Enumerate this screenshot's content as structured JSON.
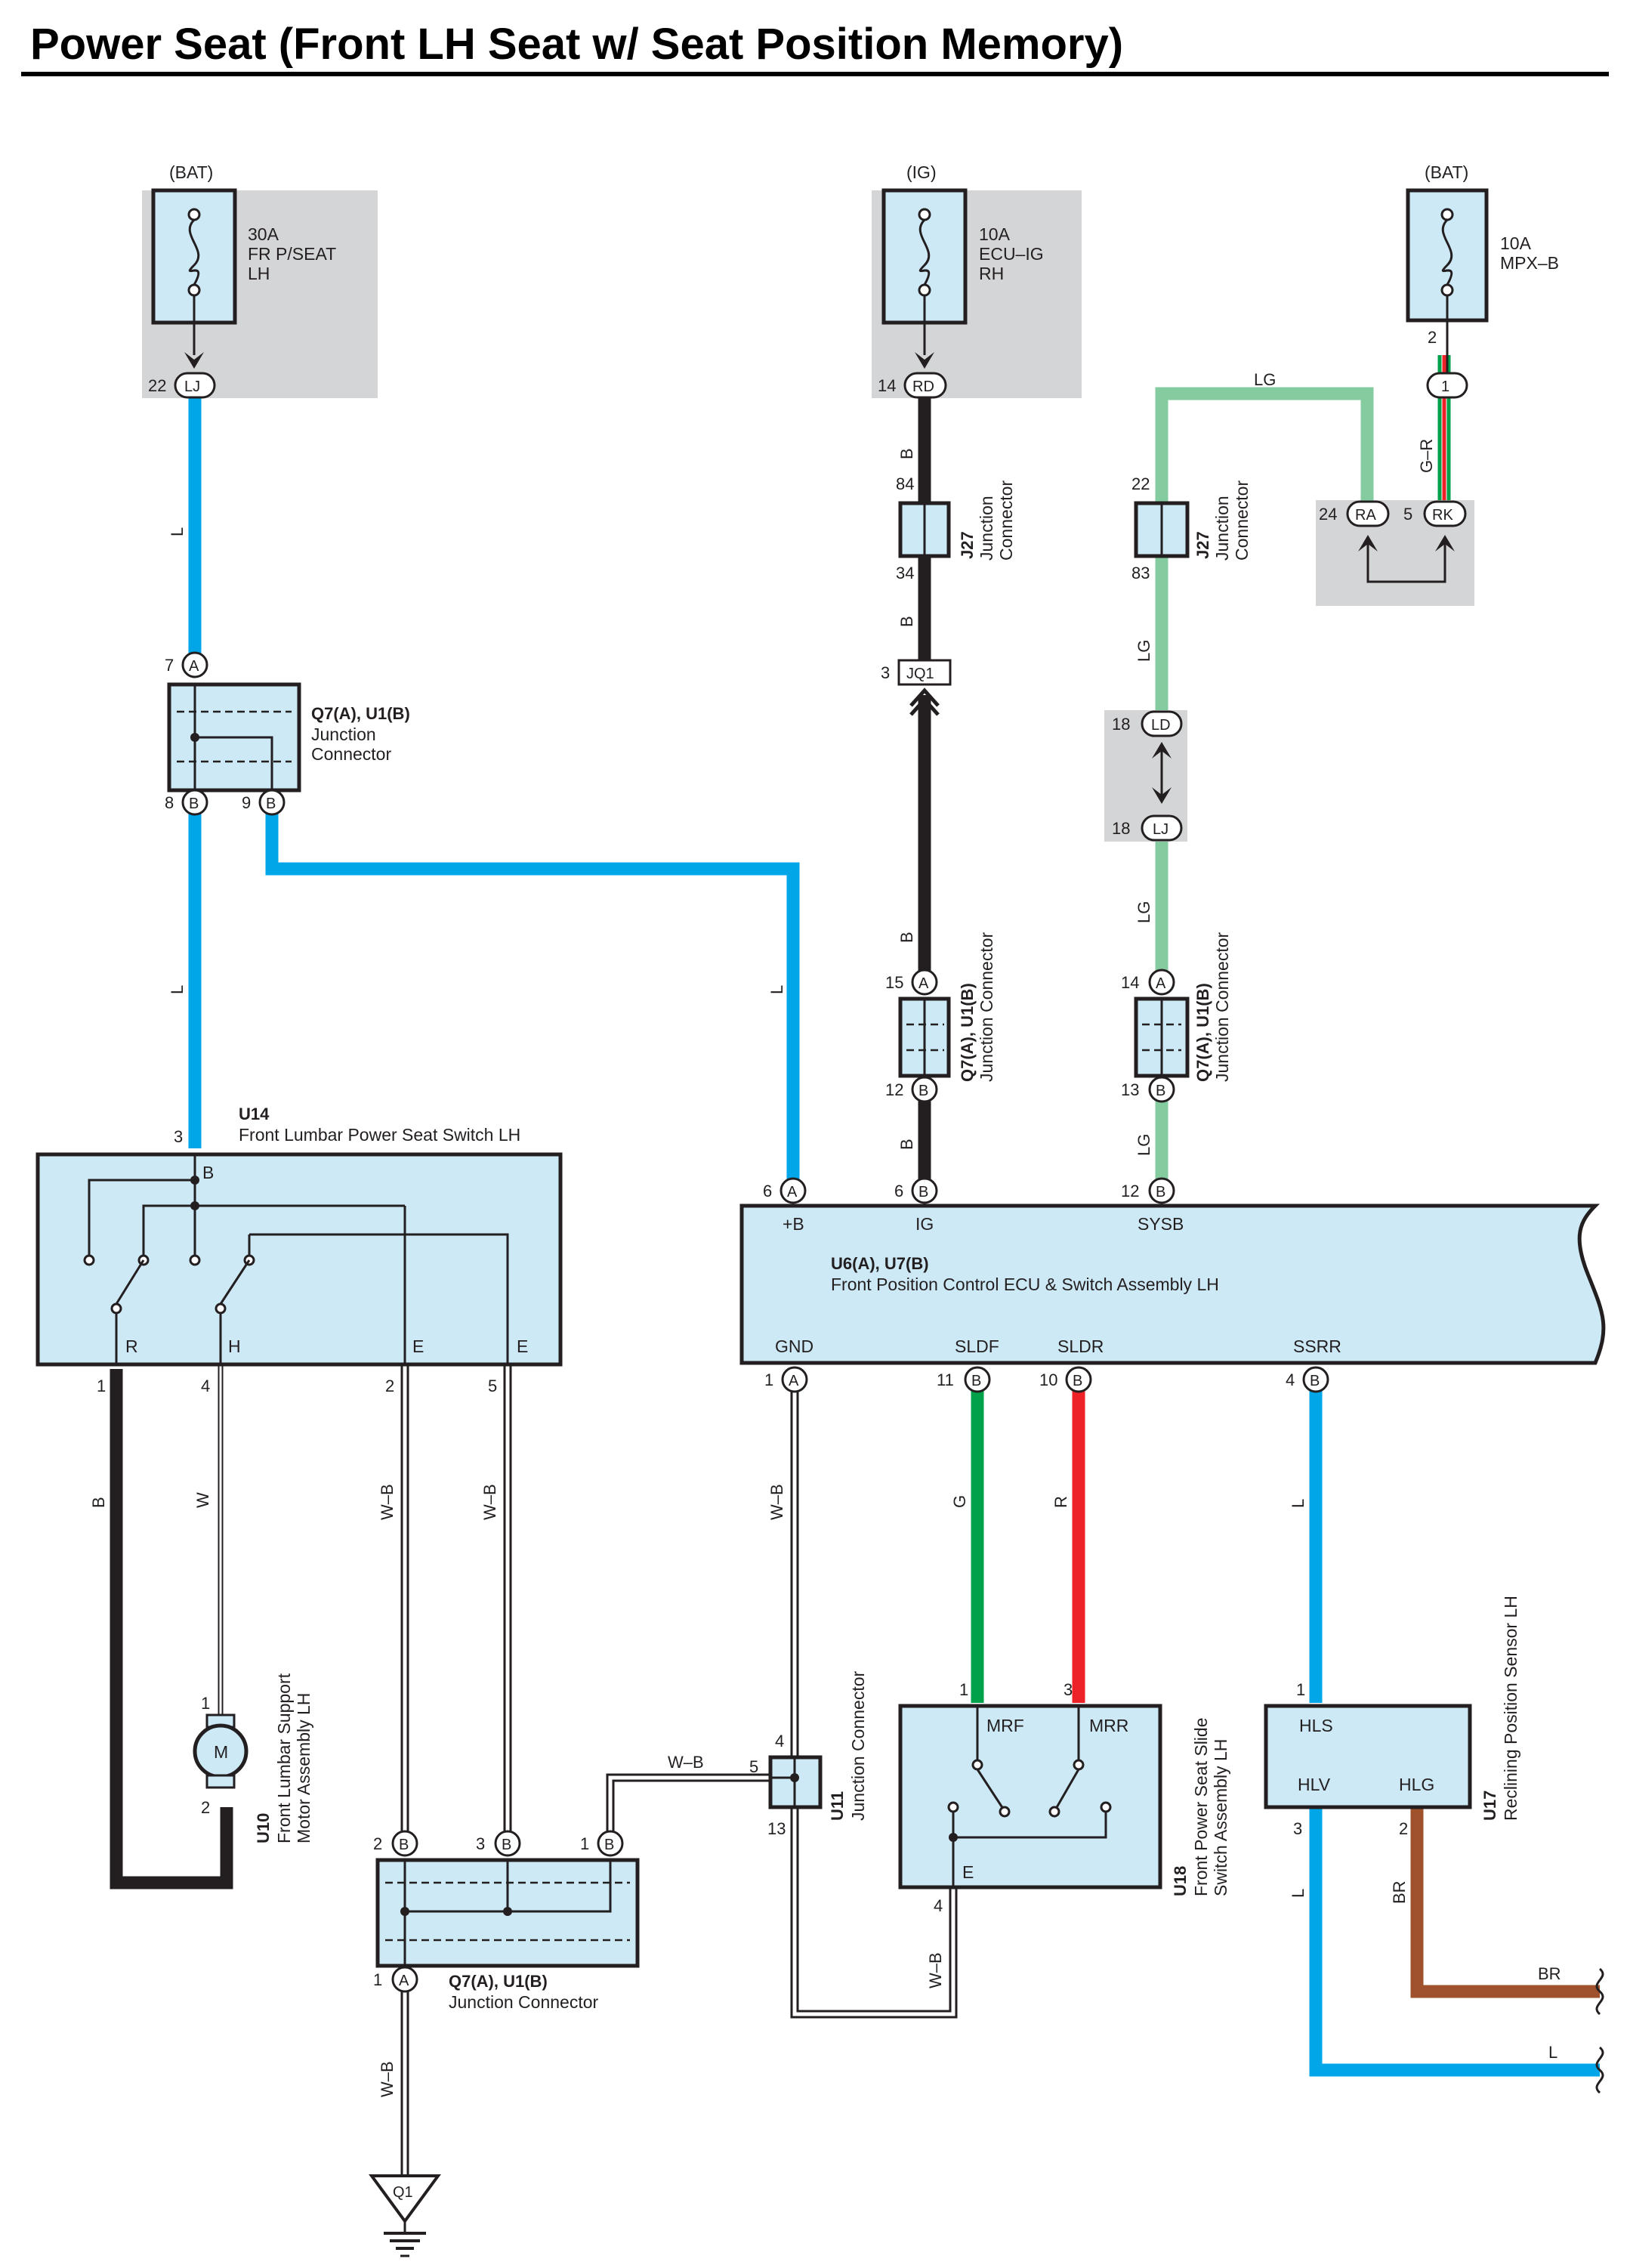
{
  "title": "Power Seat (Front LH Seat w/ Seat Position Memory)",
  "colors": {
    "L": "#00a6e8",
    "B": "#231f20",
    "LG": "#85cba0",
    "G": "#00a14b",
    "R": "#ec2227",
    "BR": "#a0522d",
    "W": "#ffffff",
    "box_fill": "#cde9f6",
    "shade": "#d4d5d6"
  },
  "sources": {
    "bat1": {
      "label": "(BAT)",
      "amp": "30A",
      "name1": "FR P/SEAT",
      "name2": "LH",
      "pin": "22",
      "conn": "LJ"
    },
    "ig": {
      "label": "(IG)",
      "amp": "10A",
      "name1": "ECU–IG",
      "name2": "RH",
      "pin": "14",
      "conn": "RD"
    },
    "bat2": {
      "label": "(BAT)",
      "amp": "10A",
      "name1": "MPX–B",
      "pin_top": "2",
      "pin": "1"
    }
  },
  "wires": {
    "L": "L",
    "B": "B",
    "LG": "LG",
    "W": "W",
    "WB": "W–B",
    "G": "G",
    "R": "R",
    "BR": "BR",
    "GR": "G–R"
  },
  "j27a": {
    "id": "J27",
    "name1": "Junction",
    "name2": "Connector",
    "pin_top": "84",
    "pin_bottom": "34"
  },
  "j27b": {
    "id": "J27",
    "name1": "Junction",
    "name2": "Connector",
    "pin_top": "22",
    "pin_bottom": "83"
  },
  "ra_rk": {
    "pin_ra": "24",
    "conn_ra": "RA",
    "pin_rk": "5",
    "conn_rk": "RK"
  },
  "jq1": {
    "pin": "3",
    "conn": "JQ1"
  },
  "ld_lj": {
    "pin_ld": "18",
    "conn_ld": "LD",
    "pin_lj": "18",
    "conn_lj": "LJ"
  },
  "q7_top": {
    "id": "Q7(A), U1(B)",
    "name1": "Junction",
    "name2": "Connector",
    "pin_a": "7",
    "tag_a": "A",
    "pin_b1": "8",
    "tag_b1": "B",
    "pin_b2": "9",
    "tag_b2": "B"
  },
  "q7_ig": {
    "id": "Q7(A), U1(B)",
    "name": "Junction Connector",
    "pin_a": "15",
    "tag_a": "A",
    "pin_b": "12",
    "tag_b": "B"
  },
  "q7_lg": {
    "id": "Q7(A), U1(B)",
    "name": "Junction Connector",
    "pin_a": "14",
    "tag_a": "A",
    "pin_b": "13",
    "tag_b": "B"
  },
  "q7_bottom": {
    "id": "Q7(A), U1(B)",
    "name": "Junction Connector",
    "pin_b1": "2",
    "tag_b1": "B",
    "pin_b2": "3",
    "tag_b2": "B",
    "pin_b3": "1",
    "tag_b3": "B",
    "pin_a": "1",
    "tag_a": "A"
  },
  "u14": {
    "id": "U14",
    "name": "Front Lumbar Power Seat Switch LH",
    "pin_top": "3",
    "term_b": "B",
    "term_r": "R",
    "term_h": "H",
    "term_e1": "E",
    "term_e2": "E",
    "pin_r": "1",
    "pin_h": "4",
    "pin_e1": "2",
    "pin_e2": "5"
  },
  "u6": {
    "id": "U6(A), U7(B)",
    "name": "Front Position Control ECU & Switch Assembly LH",
    "pin_b": "6",
    "tag_b": "A",
    "term_b": "+B",
    "pin_ig": "6",
    "tag_ig": "B",
    "term_ig": "IG",
    "pin_sysb": "12",
    "tag_sysb": "B",
    "term_sysb": "SYSB",
    "pin_gnd": "1",
    "tag_gnd": "A",
    "term_gnd": "GND",
    "pin_sldf": "11",
    "tag_sldf": "B",
    "term_sldf": "SLDF",
    "pin_sldr": "10",
    "tag_sldr": "B",
    "term_sldr": "SLDR",
    "pin_ssrr": "4",
    "tag_ssrr": "B",
    "term_ssrr": "SSRR"
  },
  "u10": {
    "id": "U10",
    "name1": "Front Lumbar Support",
    "name2": "Motor Assembly LH",
    "motor": "M",
    "pin_top": "1",
    "pin_bottom": "2"
  },
  "u11": {
    "id": "U11",
    "name": "Junction Connector",
    "pin_left": "5",
    "pin_top": "4",
    "pin_bottom": "13"
  },
  "u18": {
    "id": "U18",
    "name1": "Front Power Seat Slide",
    "name2": "Switch Assembly LH",
    "term_mrf": "MRF",
    "term_mrr": "MRR",
    "term_e": "E",
    "pin_mrf": "1",
    "pin_mrr": "3",
    "pin_e": "4"
  },
  "u17": {
    "id": "U17",
    "name": "Reclining Position Sensor LH",
    "term_hls": "HLS",
    "term_hlv": "HLV",
    "term_hlg": "HLG",
    "pin_hls": "1",
    "pin_hlv": "3",
    "pin_hlg": "2"
  },
  "ground": {
    "id": "Q1"
  }
}
